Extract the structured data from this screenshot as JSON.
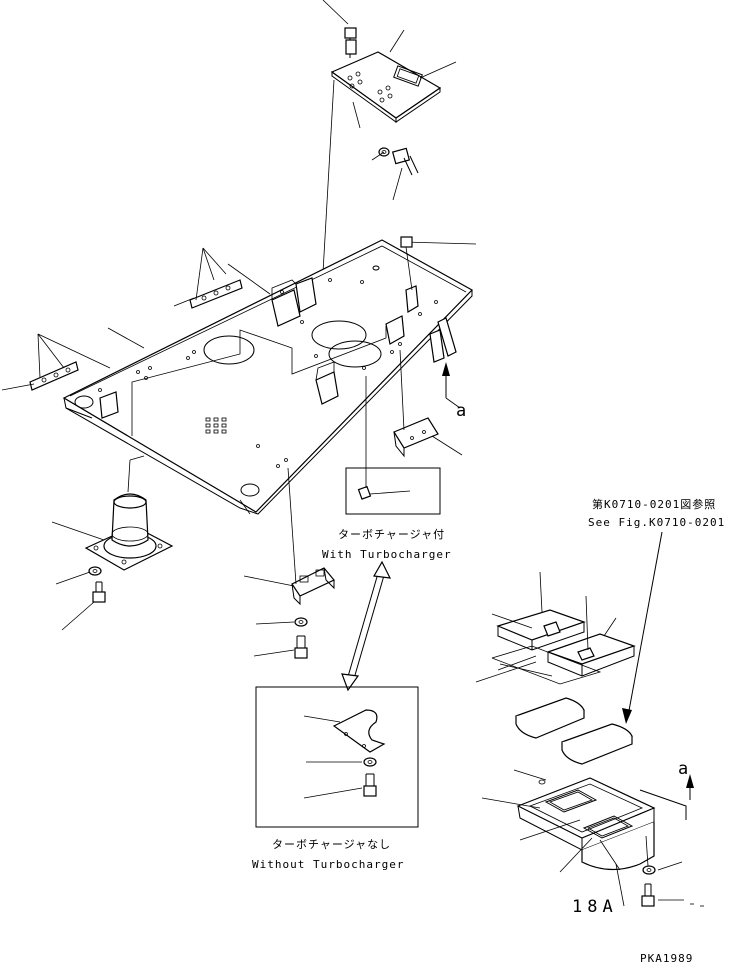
{
  "labels": {
    "see_fig_jp": "第K0710-0201図参照",
    "see_fig_en": "See Fig.K0710-0201",
    "with_turbo_jp": "ターボチャージャ付",
    "with_turbo_en": "With Turbocharger",
    "without_turbo_jp": "ターボチャージャなし",
    "without_turbo_en": "Without Turbocharger",
    "view_a_top": "a",
    "view_a_right": "a",
    "part_18a": "18A",
    "drawing_id": "PKA1989"
  }
}
